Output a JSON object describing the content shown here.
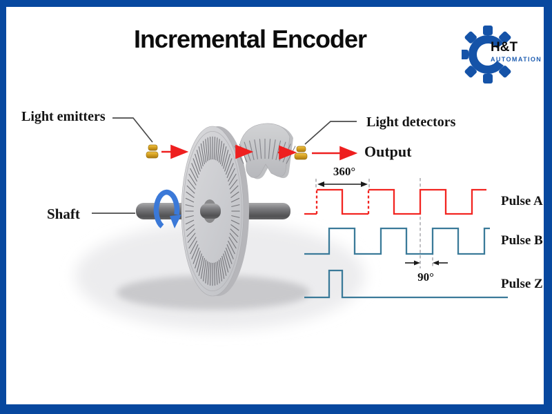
{
  "page": {
    "title": "Incremental Encoder"
  },
  "logo": {
    "name": "H&T",
    "tagline": "AUTOMATION"
  },
  "diagram": {
    "labels": {
      "light_emitters": "Light emitters",
      "light_detectors": "Light detectors",
      "output": "Output",
      "shaft": "Shaft"
    },
    "components": [
      "rotating slotted disc",
      "shaft",
      "rotation-direction arrow",
      "stationary mask",
      "light emitters",
      "light detectors"
    ]
  },
  "waveforms": {
    "annotations": {
      "full_cycle": "360°",
      "phase_shift": "90°"
    },
    "pulses": [
      {
        "label": "Pulse A",
        "color": "#f22420",
        "pattern": "square wave, 50% duty, rises at 0° of each cycle"
      },
      {
        "label": "Pulse B",
        "color": "#3a7a99",
        "pattern": "square wave, 50% duty, lags Pulse A by 90°"
      },
      {
        "label": "Pulse Z",
        "color": "#3a7a99",
        "pattern": "single index pulse once per revolution"
      }
    ]
  },
  "colors": {
    "border_blue": "#07489f",
    "logo_blue": "#1553a8",
    "accent_red": "#ee1f1f",
    "pulse_teal": "#3a7a99",
    "gold": "#d9a21c",
    "disc_gray": "#c9cace"
  }
}
